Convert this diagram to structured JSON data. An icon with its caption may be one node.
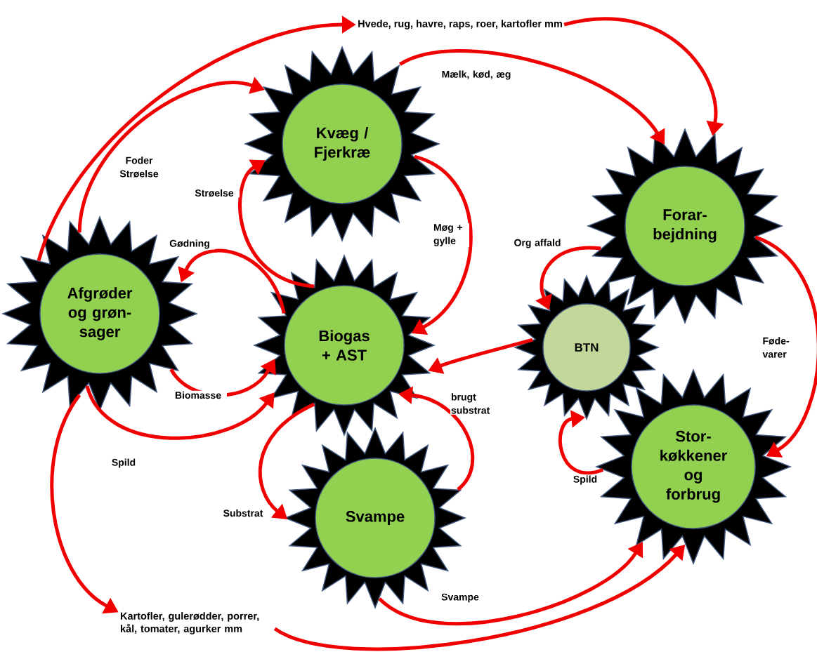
{
  "diagram": {
    "nodes": [
      {
        "text": [
          "Kvæg / Fjerkræ"
        ]
      },
      {
        "text": [
          "Forar-bejdning"
        ]
      },
      {
        "text": [
          "Afgrøder og grøn-sager"
        ]
      },
      {
        "text": [
          "Biogas + AST"
        ]
      },
      {
        "text": [
          "BTN"
        ]
      },
      {
        "text": [
          "Svampe"
        ]
      },
      {
        "text": [
          "Stor-køkkener og forbrug"
        ]
      },
      {
        "text": [
          "Hvede, rug, havre, raps, roer, kartofler mm"
        ]
      },
      {
        "text": [
          "Kartofler, gulerødder, porrer, kål, tomater, agurker mm"
        ]
      }
    ],
    "edges": [
      {
        "from": 2,
        "to": 7,
        "arrow": "to"
      },
      {
        "from": 7,
        "to": 1,
        "arrow": "to"
      },
      {
        "from": 2,
        "to": 0,
        "arrow": "to",
        "label": "Foder Strøelse"
      },
      {
        "from": 0,
        "to": 1,
        "arrow": "to",
        "label": "Mælk, kød, æg"
      },
      {
        "from": 3,
        "to": 0,
        "arrow": "to",
        "label": "Strøelse"
      },
      {
        "from": 0,
        "to": 3,
        "arrow": "to",
        "label": "Møg + gylle"
      },
      {
        "from": 3,
        "to": 2,
        "arrow": "to",
        "label": "Gødning"
      },
      {
        "from": 2,
        "to": 3,
        "arrow": "to",
        "label": "Biomasse"
      },
      {
        "from": 2,
        "to": 3,
        "arrow": "to",
        "label": "Spild"
      },
      {
        "from": 2,
        "to": 8,
        "arrow": "to"
      },
      {
        "from": 8,
        "to": 6,
        "arrow": "to"
      },
      {
        "from": 5,
        "to": 6,
        "arrow": "to",
        "label": "Svampe"
      },
      {
        "from": 3,
        "to": 5,
        "arrow": "to",
        "label": "Substrat"
      },
      {
        "from": 5,
        "to": 3,
        "arrow": "to",
        "label": "brugt substrat"
      },
      {
        "from": 1,
        "to": 4,
        "arrow": "to",
        "label": "Org affald"
      },
      {
        "from": 4,
        "to": 3,
        "arrow": "to"
      },
      {
        "from": 1,
        "to": 6,
        "arrow": "to",
        "label": "Føde-varer"
      },
      {
        "from": 6,
        "to": 4,
        "arrow": "to",
        "label": "Spild"
      }
    ]
  }
}
